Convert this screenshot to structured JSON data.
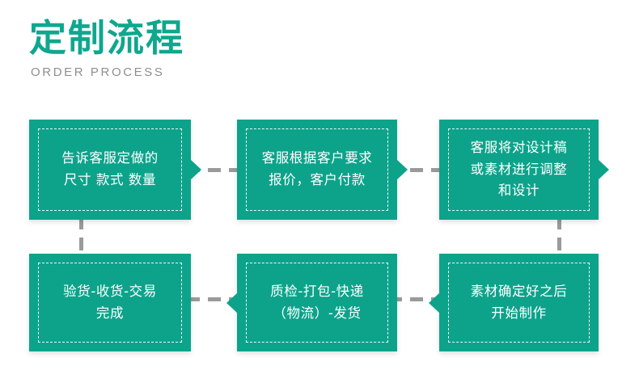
{
  "header": {
    "title": "定制流程",
    "subtitle": "ORDER PROCESS"
  },
  "colors": {
    "brand_teal": "#0DA38B",
    "title_teal": "#0FA78E",
    "subtitle_gray": "#8f8f8f",
    "connector_gray": "#9a9a9a",
    "background": "#ffffff"
  },
  "flow": {
    "steps": [
      {
        "id": "step-1",
        "order": 1,
        "text": "告诉客服定做的\n尺寸 款式 数量",
        "row": "top",
        "arrow": "right"
      },
      {
        "id": "step-2",
        "order": 2,
        "text": "客服根据客户要求\n报价，客户付款",
        "row": "top",
        "arrow": "right"
      },
      {
        "id": "step-3",
        "order": 3,
        "text": "客服将对设计稿\n或素材进行调整\n和设计",
        "row": "top",
        "arrow": "right"
      },
      {
        "id": "step-4",
        "order": 4,
        "text": "素材确定好之后\n开始制作",
        "row": "bottom",
        "arrow": "left"
      },
      {
        "id": "step-5",
        "order": 5,
        "text": "质检-打包-快递\n（物流）-发货",
        "row": "bottom",
        "arrow": "left"
      },
      {
        "id": "step-6",
        "order": 6,
        "text": "验货-收货-交易\n完成",
        "row": "bottom",
        "arrow": "none"
      }
    ]
  }
}
